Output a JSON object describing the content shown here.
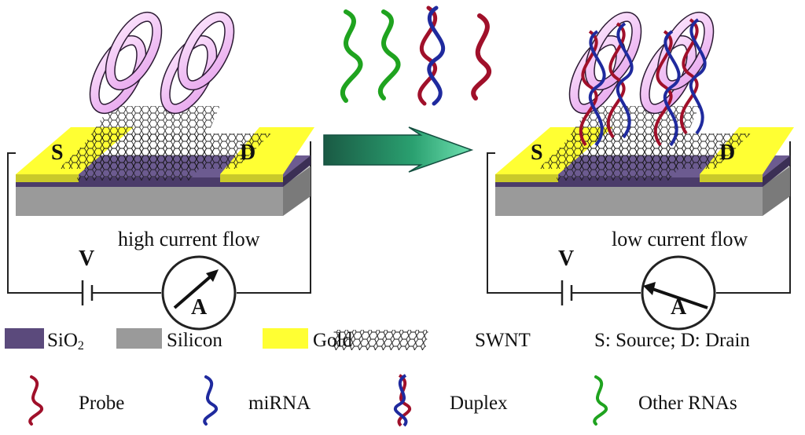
{
  "panels": {
    "before": {
      "source_label": "S",
      "drain_label": "D",
      "voltage_label": "V",
      "ammeter_label": "A",
      "current_text": "high current flow"
    },
    "after": {
      "source_label": "S",
      "drain_label": "D",
      "voltage_label": "V",
      "ammeter_label": "A",
      "current_text": "low current flow"
    }
  },
  "legend_materials": [
    {
      "label": "SiO",
      "subscript": "2",
      "color": "#5b4a7c"
    },
    {
      "label": "Silicon",
      "color": "#9a9a9a"
    },
    {
      "label": "Gold",
      "color": "#ffff33"
    },
    {
      "label": "SWNT",
      "icon": "swnt-mesh-icon"
    }
  ],
  "legend_note": "S: Source; D: Drain",
  "legend_strands": [
    {
      "label": "Probe",
      "icon": "probe-strand-icon",
      "color": "#a0102a"
    },
    {
      "label": "miRNA",
      "icon": "mirna-strand-icon",
      "color": "#1f2a9e"
    },
    {
      "label": "Duplex",
      "icon": "duplex-helix-icon",
      "color": "#a0102a"
    },
    {
      "label": "Other RNAs",
      "icon": "other-rna-strand-icon",
      "color": "#1fa31f"
    }
  ],
  "colors": {
    "sio2": "#5b4a7c",
    "silicon": "#9a9a9a",
    "gold": "#ffff33",
    "probe": "#a0102a",
    "mirna": "#1f2a9e",
    "other_rna": "#1fa31f",
    "ring": "#f4c8f6",
    "arrow": "#1e7a55"
  }
}
